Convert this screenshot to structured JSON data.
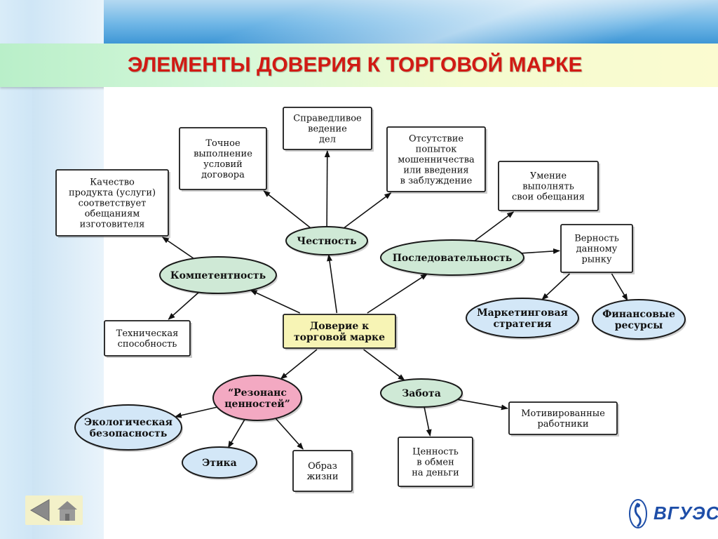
{
  "slide": {
    "title": "ЭЛЕМЕНТЫ ДОВЕРИЯ К ТОРГОВОЙ МАРКЕ",
    "logo_text": "ВГУЭС"
  },
  "colors": {
    "title": "#d11a14",
    "ellipse_green": "#cfe9d6",
    "ellipse_blue": "#d3e7f7",
    "ellipse_pink": "#f3a9c2",
    "center_box": "#f7f4b5",
    "arrow": "#111111"
  },
  "nodes": {
    "center": {
      "lines": [
        "Доверие к",
        "торговой марке"
      ]
    },
    "honesty": {
      "lines": [
        "Честность"
      ]
    },
    "competence": {
      "lines": [
        "Компетентность"
      ]
    },
    "consistency": {
      "lines": [
        "Последовательность"
      ]
    },
    "values": {
      "lines": [
        "“Резонанс",
        "ценностей”"
      ]
    },
    "care": {
      "lines": [
        "Забота"
      ]
    },
    "fair_dealing": {
      "lines": [
        "Справедливое",
        "ведение",
        "дел"
      ]
    },
    "contract_terms": {
      "lines": [
        "Точное",
        "выполнение",
        "условий",
        "договора"
      ]
    },
    "no_fraud": {
      "lines": [
        "Отсутствие",
        "попыток",
        "мошенничества",
        "или введения",
        "в заблуждение"
      ]
    },
    "quality": {
      "lines": [
        "Качество",
        "продукта (услуги)",
        "соответствует",
        "обещаниям",
        "изготовителя"
      ]
    },
    "technical": {
      "lines": [
        "Техническая",
        "способность"
      ]
    },
    "keep_promises": {
      "lines": [
        "Умение",
        "выполнять",
        "свои обещания"
      ]
    },
    "market_loyalty": {
      "lines": [
        "Верность",
        "данному",
        "рынку"
      ]
    },
    "marketing_strategy": {
      "lines": [
        "Маркетинговая",
        "стратегия"
      ]
    },
    "financial_resources": {
      "lines": [
        "Финансовые",
        "ресурсы"
      ]
    },
    "ecology": {
      "lines": [
        "Экологическая",
        "безопасность"
      ]
    },
    "ethics": {
      "lines": [
        "Этика"
      ]
    },
    "lifestyle": {
      "lines": [
        "Образ",
        "жизни"
      ]
    },
    "motivated_staff": {
      "lines": [
        "Мотивированные",
        "работники"
      ]
    },
    "value_for_money": {
      "lines": [
        "Ценность",
        "в обмен",
        "на деньги"
      ]
    }
  },
  "edges": [
    [
      "center",
      "honesty"
    ],
    [
      "center",
      "competence"
    ],
    [
      "center",
      "consistency"
    ],
    [
      "center",
      "values"
    ],
    [
      "center",
      "care"
    ],
    [
      "honesty",
      "fair_dealing"
    ],
    [
      "honesty",
      "contract_terms"
    ],
    [
      "honesty",
      "no_fraud"
    ],
    [
      "competence",
      "quality"
    ],
    [
      "competence",
      "technical"
    ],
    [
      "consistency",
      "keep_promises"
    ],
    [
      "consistency",
      "market_loyalty"
    ],
    [
      "market_loyalty",
      "marketing_strategy"
    ],
    [
      "market_loyalty",
      "financial_resources"
    ],
    [
      "values",
      "ecology"
    ],
    [
      "values",
      "ethics"
    ],
    [
      "values",
      "lifestyle"
    ],
    [
      "care",
      "motivated_staff"
    ],
    [
      "care",
      "value_for_money"
    ]
  ]
}
